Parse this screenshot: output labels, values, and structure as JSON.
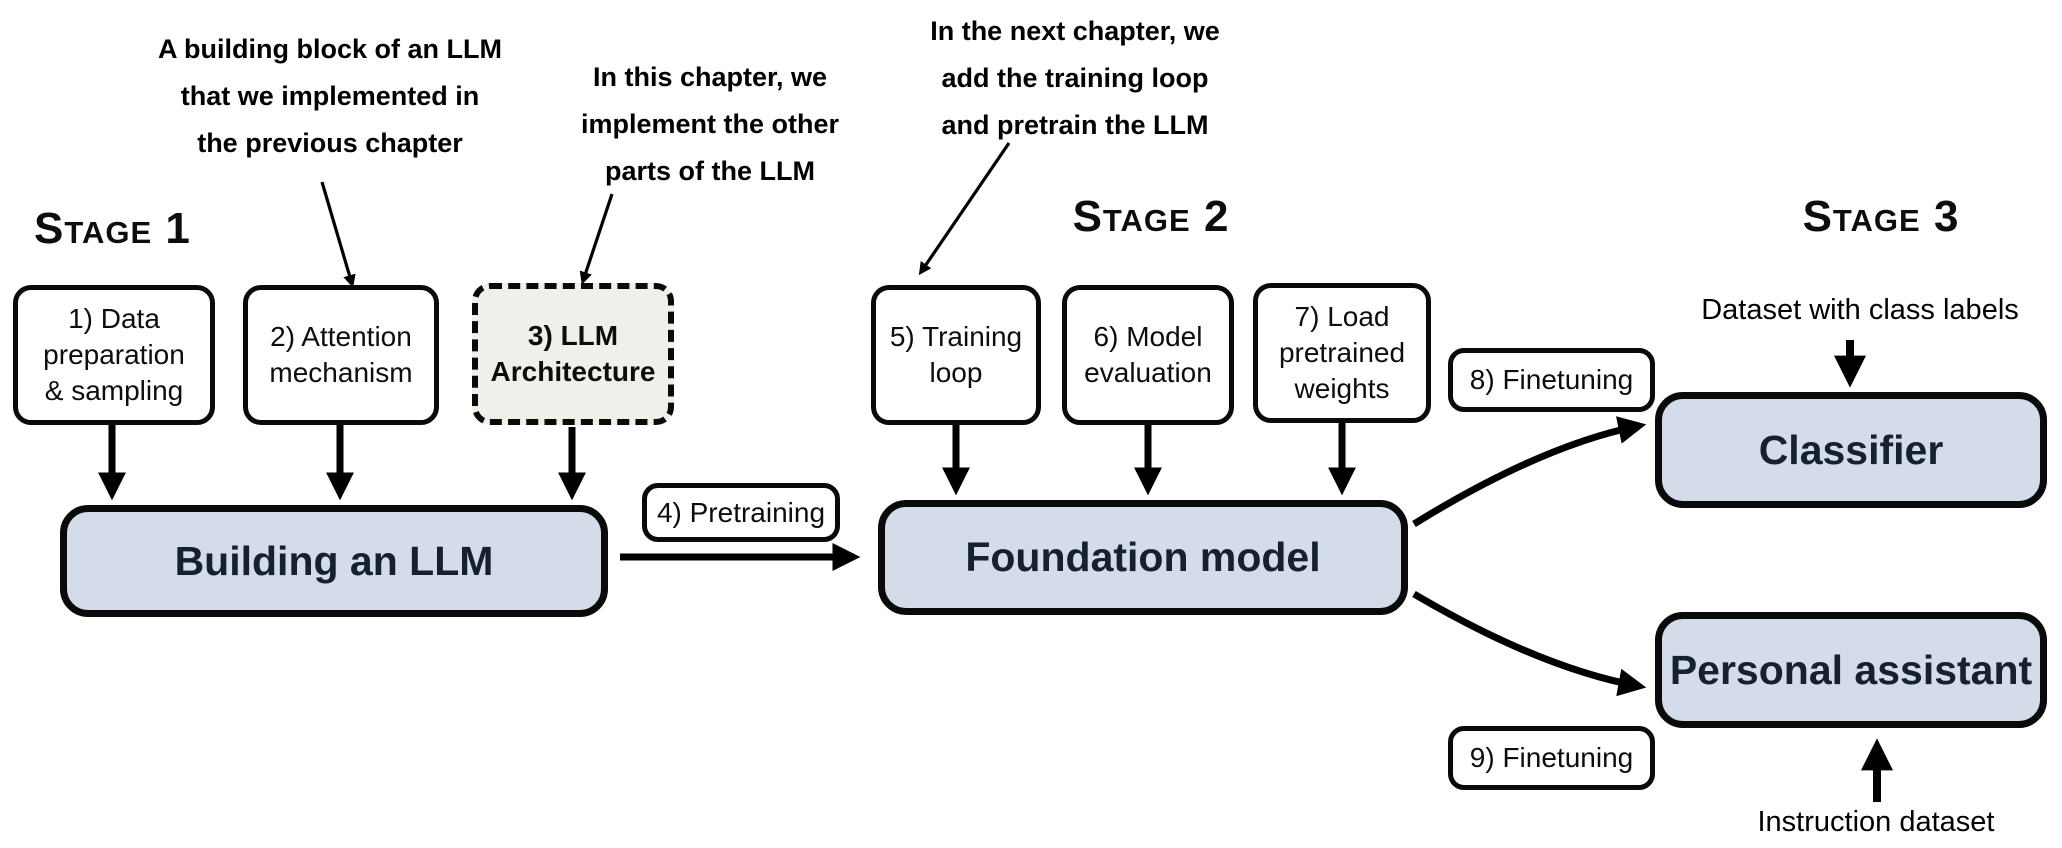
{
  "diagram": {
    "title_semantic": "Three stages of building a large language model",
    "stages": [
      "Stage 1",
      "Stage 2",
      "Stage 3"
    ],
    "annotations": [
      {
        "lines": [
          "A building block of an LLM",
          "that we implemented in",
          "the previous chapter"
        ]
      },
      {
        "lines": [
          "In this chapter, we",
          "implement the other",
          "parts of the LLM"
        ]
      },
      {
        "lines": [
          "In the next chapter, we",
          "add the training loop",
          "and pretrain the LLM"
        ]
      }
    ],
    "steps": [
      {
        "lines": [
          "1) Data",
          "preparation",
          "& sampling"
        ]
      },
      {
        "lines": [
          "2) Attention",
          "mechanism"
        ]
      },
      {
        "lines": [
          "3) LLM",
          "Architecture"
        ],
        "highlighted": true
      },
      {
        "lines": [
          "4) Pretraining"
        ]
      },
      {
        "lines": [
          "5) Training",
          "loop"
        ]
      },
      {
        "lines": [
          "6) Model",
          "evaluation"
        ]
      },
      {
        "lines": [
          "7) Load",
          "pretrained",
          "weights"
        ]
      },
      {
        "lines": [
          "8) Finetuning"
        ]
      },
      {
        "lines": [
          "9) Finetuning"
        ]
      }
    ],
    "model_boxes": [
      {
        "label": "Building an LLM"
      },
      {
        "label": "Foundation model"
      },
      {
        "label": "Classifier"
      },
      {
        "label": "Personal assistant"
      }
    ],
    "dataset_labels": [
      {
        "label": "Dataset with class labels"
      },
      {
        "label": "Instruction dataset"
      }
    ],
    "colors": {
      "model_box_fill": "#d3dce8",
      "highlight_box_fill": "#edf1e9",
      "box_border": "#0a0a0a",
      "arrow": "#000000",
      "background": "#ffffff"
    }
  }
}
